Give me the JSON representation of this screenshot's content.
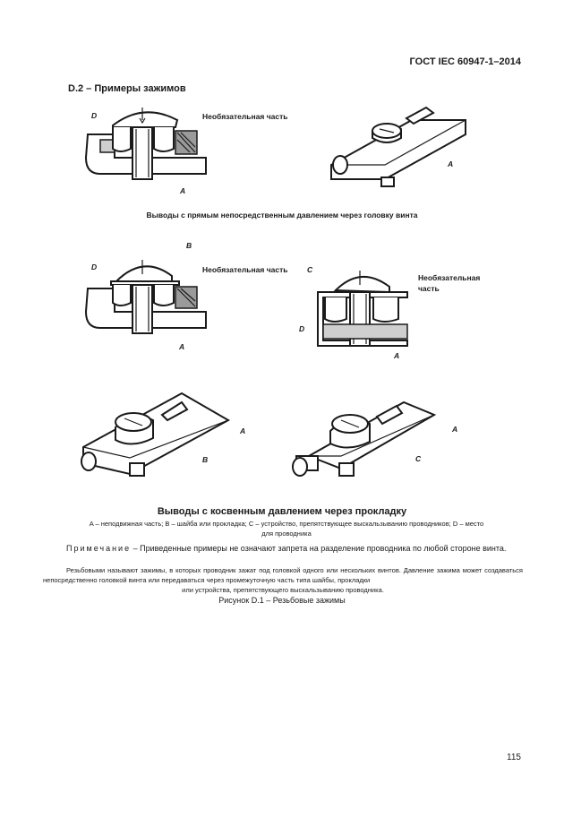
{
  "header": {
    "standard": "ГОСТ IEC 60947-1–2014"
  },
  "section": {
    "title": "D.2 – Примеры зажимов"
  },
  "figure1": {
    "labels": {
      "d": "D",
      "a": "A",
      "a2": "A",
      "optional": "Необязательная часть"
    }
  },
  "caption_direct": "Выводы с прямым непосредственным давлением через головку винта",
  "figure2": {
    "labels": {
      "d": "D",
      "b": "B",
      "a": "A",
      "optional": "Необязательная часть",
      "c": "C",
      "d2": "D",
      "a2": "A",
      "optional2_line1": "Необязательная",
      "optional2_line2": "часть"
    }
  },
  "figure3": {
    "labels": {
      "a": "A",
      "b": "B",
      "a2": "A",
      "c": "C"
    }
  },
  "caption_indirect": "Выводы с косвенным давлением через прокладку",
  "legend": {
    "line1": "A – неподвижная часть; B – шайба или прокладка; C – устройство, препятствующее выскальзыванию проводников; D – место",
    "line2": "для проводника"
  },
  "note": {
    "head": "Примечание",
    "text": " – Приведенные примеры не означают запрета на разделение проводника по любой стороне винта."
  },
  "paragraph": {
    "line1": "Резьбовыми называют зажимы, в которых проводник зажат под головкой одного или нескольких винтов. Давление зажима может создаваться непосредственно головкой винта или передаваться через промежуточную часть типа шайбы, прокладки",
    "line2": "или устройства, препятствующего выскальзыванию проводника."
  },
  "figure_caption": "Рисунок D.1 – Резьбовые зажимы",
  "page_number": "115"
}
